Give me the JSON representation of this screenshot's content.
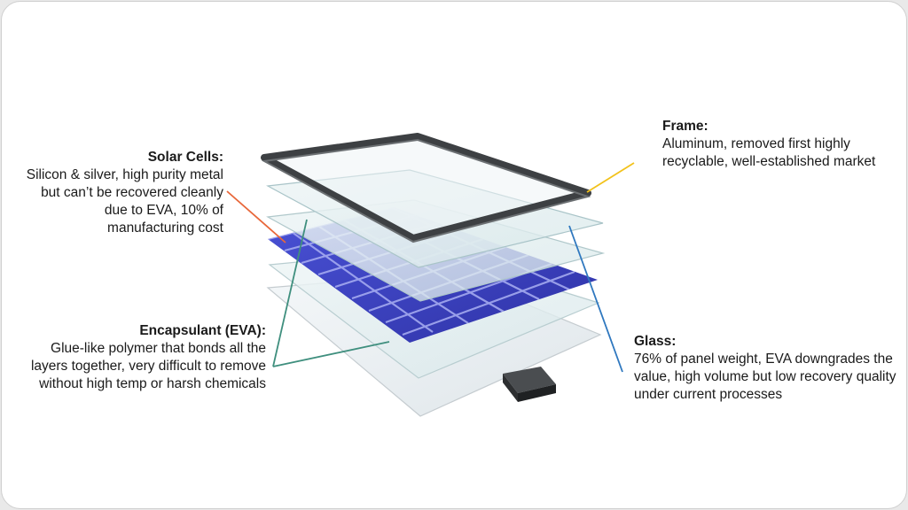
{
  "labels": {
    "frame": {
      "title": "Frame:",
      "description": "Aluminum, removed first highly recyclable, well-established market"
    },
    "solar_cells": {
      "title": "Solar Cells:",
      "description": "Silicon & silver, high purity metal but can’t be recovered cleanly due to EVA, 10% of manufacturing cost"
    },
    "encapsulant": {
      "title": "Encapsulant (EVA):",
      "description": "Glue-like polymer that bonds all the layers together, very difficult to remove without high temp or harsh chemicals"
    },
    "glass": {
      "title": "Glass:",
      "description": "76% of panel weight, EVA downgrades the value, high volume but low recovery quality under current processes"
    }
  },
  "colors": {
    "frame_leader": "#f2c21b",
    "cells_leader": "#e8673a",
    "eva_leader": "#3f8f7e",
    "glass_leader": "#2f78bf",
    "cell_blue": "#3a3fc0",
    "frame_dark": "#3d4043"
  }
}
